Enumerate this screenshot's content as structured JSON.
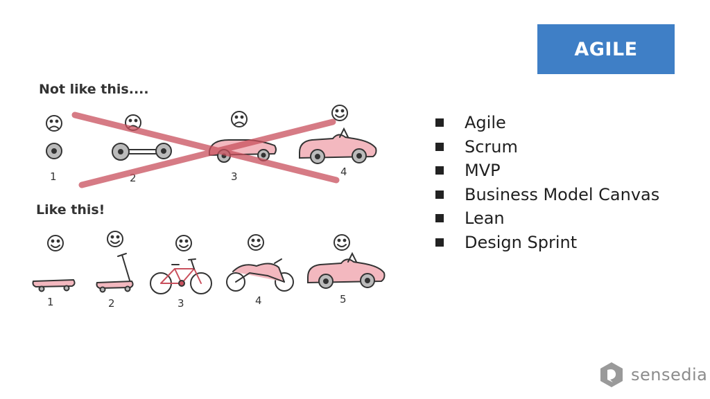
{
  "slide": {
    "title": "AGILE",
    "bullets": [
      "Agile",
      "Scrum",
      "MVP",
      "Business Model Canvas",
      "Lean",
      "Design Sprint"
    ]
  },
  "illustration": {
    "top_heading": "Not like this....",
    "bottom_heading": "Like this!",
    "top_labels": [
      "1",
      "2",
      "3",
      "4"
    ],
    "bottom_labels": [
      "1",
      "2",
      "3",
      "4",
      "5"
    ]
  },
  "brand": {
    "logo_text": "sensedia"
  },
  "colors": {
    "title_bg": "#3f7fc6",
    "vehicle_pink": "#f3b8bf",
    "cross_red": "#c9505d"
  }
}
